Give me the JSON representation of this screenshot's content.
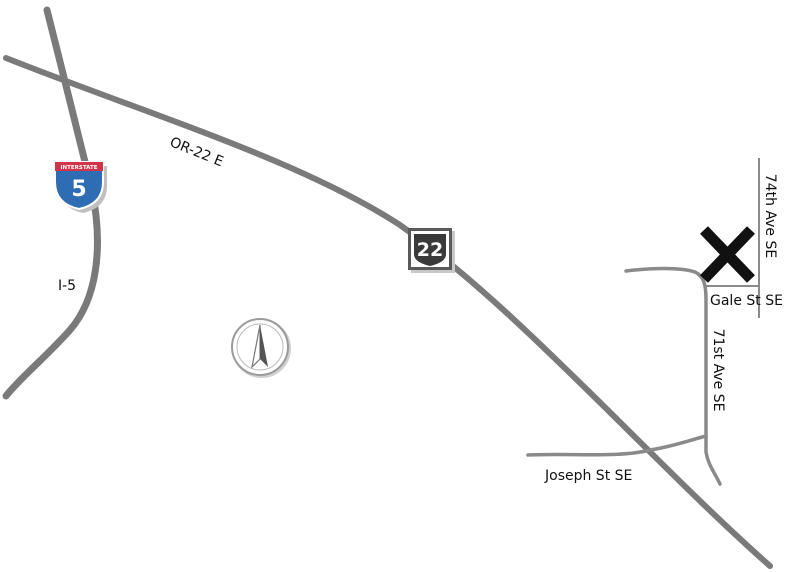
{
  "colors": {
    "road": "#7a7a7a",
    "road_minor": "#8a8a8a",
    "label": "#111111",
    "interstate_blue": "#2e6db4",
    "interstate_red": "#d2344a",
    "destination_mark": "#111111"
  },
  "labels": {
    "or22": "OR-22 E",
    "i5": "I-5",
    "joseph": "Joseph St SE",
    "gale": "Gale St SE",
    "ave71": "71st Ave SE",
    "ave74": "74th Ave SE"
  },
  "shields": {
    "interstate": {
      "banner": "INTERSTATE",
      "number": "5"
    },
    "state": {
      "number": "22"
    }
  },
  "icons": {
    "north_arrow": "north-arrow-icon",
    "destination": "x-mark-icon"
  }
}
